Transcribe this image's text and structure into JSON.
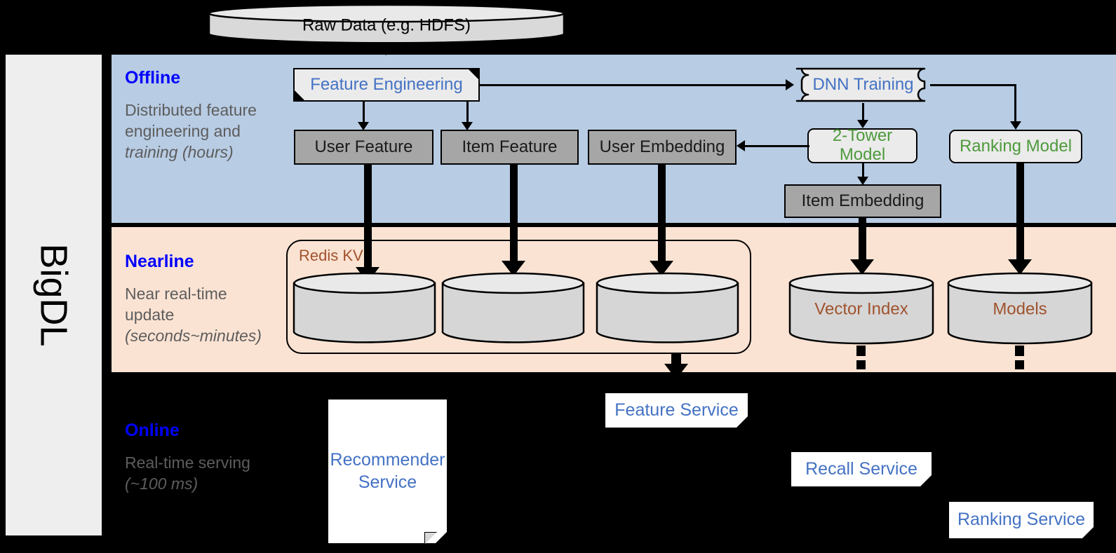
{
  "framework": {
    "label": "BigDL"
  },
  "source": {
    "label": "Raw Data (e.g. HDFS)"
  },
  "bands": [
    {
      "id": "offline",
      "title": "Offline",
      "desc": "Distributed feature engineering and ",
      "desc_em": "training (hours)",
      "bg": "#b8cce4"
    },
    {
      "id": "nearline",
      "title": "Nearline",
      "desc": "Near real-time update ",
      "desc_em": "(seconds~minutes)",
      "bg": "#fbe3d3"
    },
    {
      "id": "online",
      "title": "Online",
      "desc": "Real-time serving ",
      "desc_em": "(~100 ms)",
      "bg": "#000000"
    }
  ],
  "offline": {
    "feature_engineering": "Feature Engineering",
    "dnn_training": "DNN Training",
    "user_feature": "User Feature",
    "item_feature": "Item Feature",
    "user_embedding": "User Embedding",
    "two_tower_model": "2-Tower Model",
    "ranking_model": "Ranking Model",
    "item_embedding": "Item Embedding"
  },
  "nearline": {
    "redis_label": "Redis KV",
    "stores": [
      "",
      "",
      ""
    ],
    "vector_index": "Vector Index",
    "models": "Models"
  },
  "online": {
    "recommender_service": "Recommender Service",
    "feature_service": "Feature Service",
    "recall_service": "Recall Service",
    "ranking_service": "Ranking Service"
  },
  "colors": {
    "offline_bg": "#b8cce4",
    "nearline_bg": "#fbe3d3",
    "heading": "#0000ff",
    "body": "#5d5d5d",
    "blue_text": "#4472c4",
    "green_text": "#4e9a3c",
    "brown_text": "#a0522d",
    "gray_box": "#a6a6a6",
    "light_box": "#ebebeb"
  }
}
